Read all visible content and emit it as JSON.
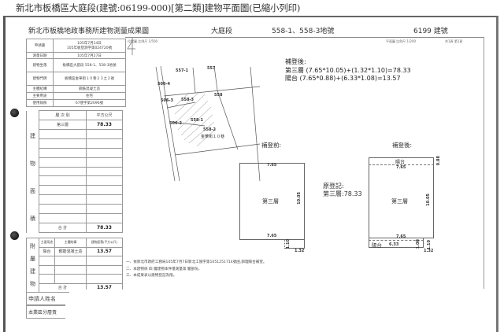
{
  "page": {
    "title": "新北市板橋區大庭段(建號:06199-000)[第二類]建物平面圖(已縮小列印)"
  },
  "header": {
    "office_title": "新北市板橋地政事務所建物測量成果圖",
    "section": "大庭段",
    "parcels": "558-1、558-3地號",
    "building_no": "6199 建號",
    "scale_left": "位置圖 比例尺 1/500",
    "scale_right": "平面圖 比例尺 1/200",
    "page_info": "共1頁 第1頁"
  },
  "form": {
    "rows": [
      {
        "label": "申請書",
        "value": "105年7月14日\n105年板登測字第024720號"
      },
      {
        "label": "測量日期",
        "value": "105年7月27日"
      },
      {
        "label": "建物坐落",
        "value": "板橋區大庭段 558-1、558-3地號"
      },
      {
        "label": "建物門牌",
        "value": "板橋區金華街１０巷２３之２號"
      },
      {
        "label": "主體結構",
        "value": "鋼筋混凝土造"
      },
      {
        "label": "主要用途",
        "value": "住宅"
      },
      {
        "label": "使用執照",
        "value": "67使字第2096號"
      }
    ]
  },
  "area_table": {
    "side_label": [
      "建",
      "物",
      "面",
      "積"
    ],
    "col_floor": "層 次 別",
    "col_area": "平方公尺",
    "rows": [
      {
        "floor": "第三層",
        "area": "78.33"
      }
    ],
    "total_label": "合 計",
    "total": "78.33"
  },
  "ancillary": {
    "side_label": [
      "附",
      "屬",
      "建",
      "物"
    ],
    "col_use": "主要用途",
    "col_struct": "主體結構",
    "col_area": "建物面積(平方公尺)",
    "rows": [
      {
        "use": "陽台",
        "struct": "鋼筋混凝土造",
        "area": "13.57"
      }
    ],
    "total_label": "合 計",
    "total": "13.57"
  },
  "footer_rows": {
    "applicant": "申請人姓名",
    "share": "本業區分層責"
  },
  "site_plan": {
    "parcels": [
      "557-1",
      "557",
      "506-4",
      "506-3",
      "558-3",
      "558",
      "558-1",
      "506-2",
      "558-2"
    ],
    "street": "金華街１０巷"
  },
  "calc": {
    "title": "補登後:",
    "line1": "第三層 (7.65*10.05)+(1.32*1.10)=78.33",
    "line2": "陽台 (7.65*0.88)+(6.33*1.08)=13.57"
  },
  "before": {
    "title": "補登前:",
    "room": "第三層",
    "top_dim": "7.65",
    "bottom_dim": "7.65",
    "right_dim": "10.05",
    "step_v": "1.10",
    "step_h": "1.32"
  },
  "original": {
    "title": "原登記:",
    "line": "第三層:78.33"
  },
  "after": {
    "title": "補登後:",
    "balcony_top": "陽台",
    "top_dim": "7.65",
    "top_v": "0.88",
    "room": "第三層",
    "right_dim": "10.05",
    "bottom_dim": "7.65",
    "balcony_bottom": "陽台",
    "balcony_dim": "6.33",
    "dim_108": "1.08",
    "dim_110": "1.10",
    "dim_132": "1.32"
  },
  "notes": [
    "一、依新北市政府工務局105年7月7日新北工施字第1051251714號函,辦理陽台補登。",
    "二、本建物係 四 層建物本件僅測量第  層部份。",
    "三、本成果表以建物登記為限。"
  ]
}
